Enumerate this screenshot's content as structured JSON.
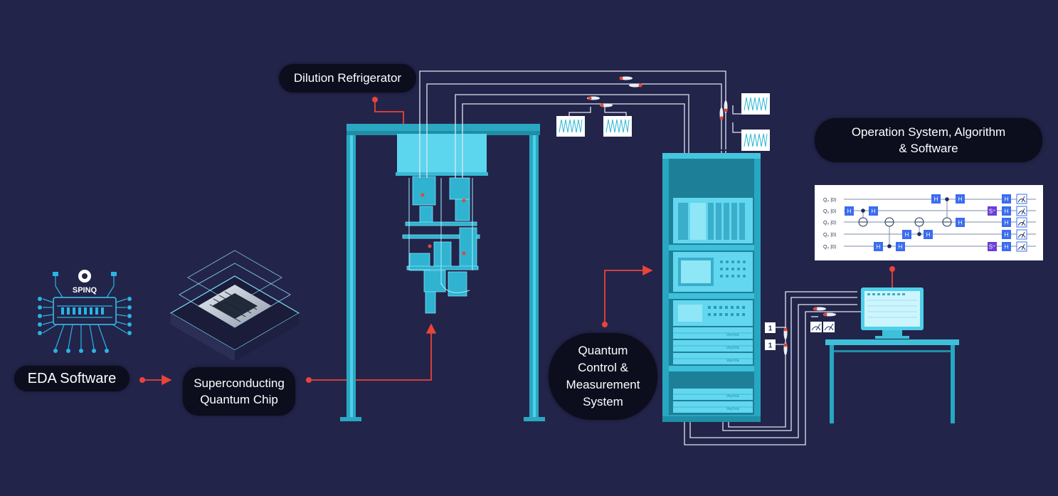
{
  "labels": {
    "dilution": "Dilution Refrigerator",
    "eda": "EDA Software",
    "chip_line1": "Superconducting",
    "chip_line2": "Quantum Chip",
    "qcms_line1": "Quantum",
    "qcms_line2": "Control &",
    "qcms_line3": "Measurement",
    "qcms_line4": "System",
    "os_line1": "Operation System, Algorithm",
    "os_line2": "& Software"
  },
  "logo": {
    "text": "SPINQ"
  },
  "circuit": {
    "qubits": [
      "Q₀ |0⟩",
      "Q₀ |0⟩",
      "Q₀ |0⟩",
      "Q₀ |0⟩",
      "Q₀ |0⟩"
    ],
    "gate_h": "H",
    "gate_s": "S⁺"
  },
  "rack": {
    "brand": "VeyOnE"
  },
  "counters": [
    "1",
    "1"
  ],
  "colors": {
    "background": "#23244a",
    "equipment": "#29b7d3",
    "equipment_light": "#5fd7ee",
    "arrow": "#e8443a",
    "pill": "#0c0d1d",
    "gate": "#3b6cf0",
    "gate_s": "#6a3fd8"
  }
}
